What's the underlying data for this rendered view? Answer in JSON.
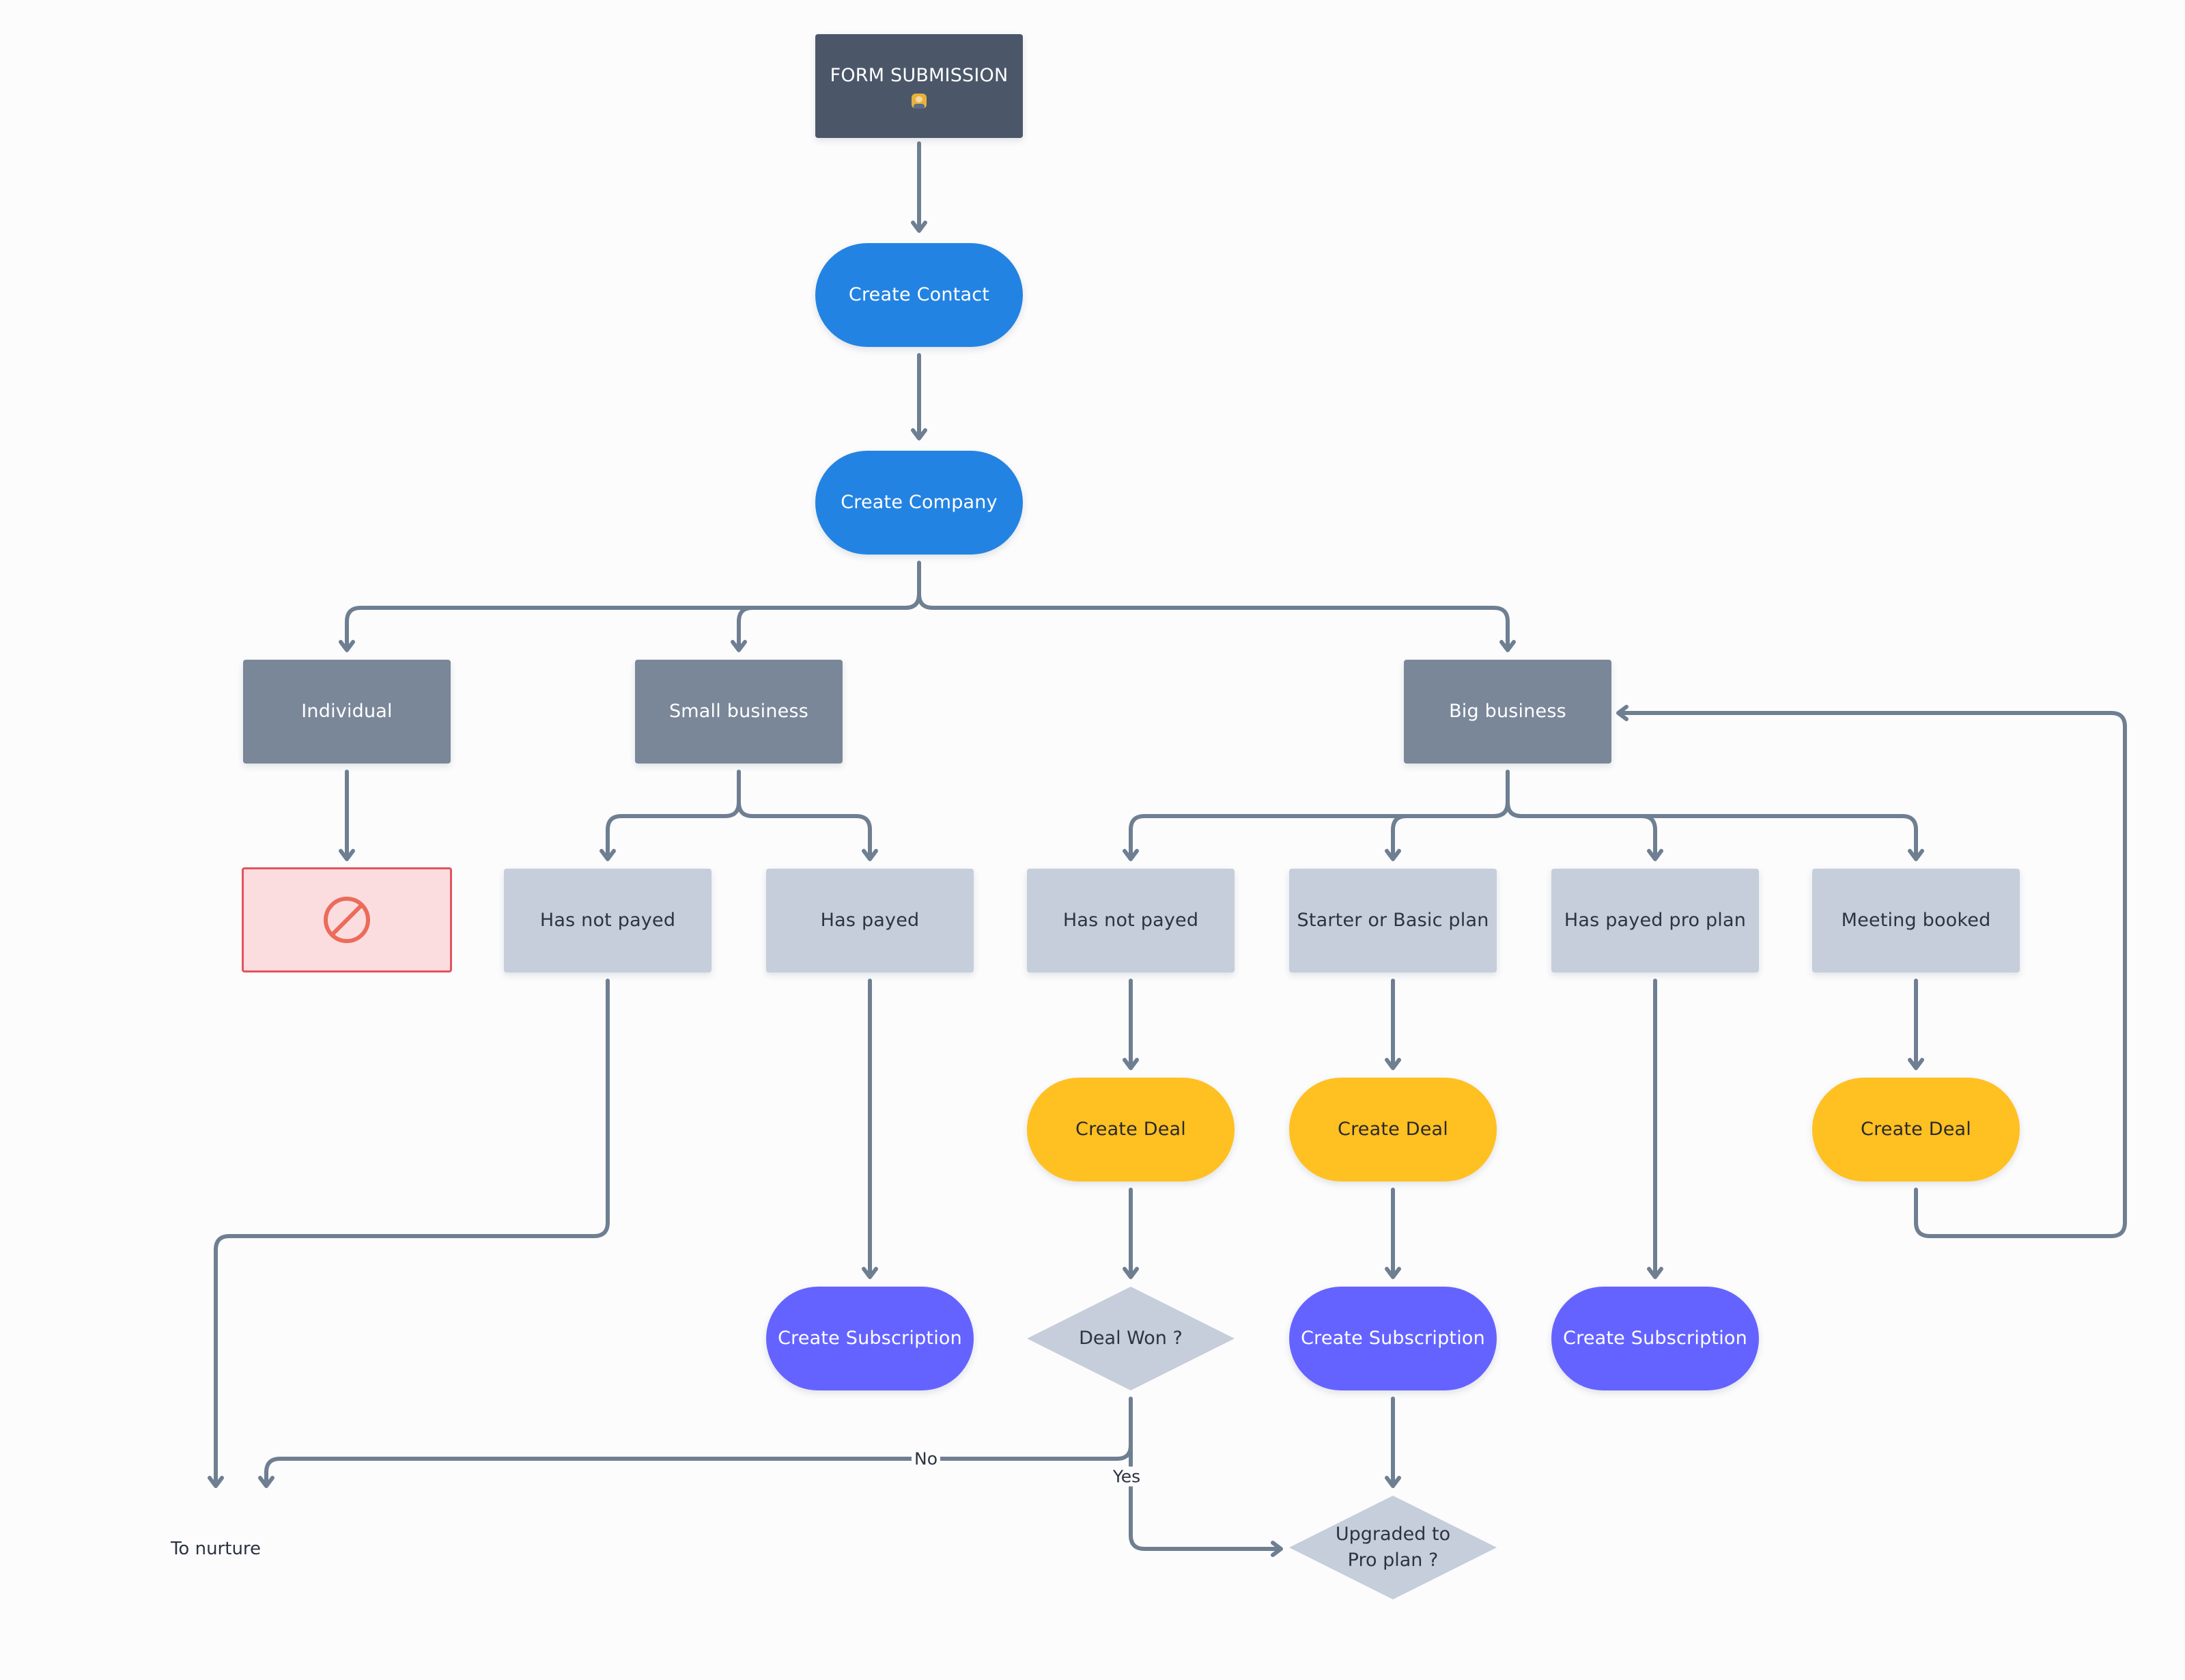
{
  "diagram": {
    "colors": {
      "edge": "#6f7f92",
      "trigger": "#4b5769",
      "category": "#7a8799",
      "condition": "#c6cedb",
      "crm_action": "#2383e2",
      "deal_action": "#ffc021",
      "subscription_action": "#6563ff",
      "blocked_fill": "#fbdde0",
      "blocked_border": "#e4525d",
      "blocked_icon": "#ec6b5a"
    },
    "trigger": {
      "label": "FORM SUBMISSION",
      "icon": "person-emoji-icon"
    },
    "create_contact": "Create Contact",
    "create_company": "Create Company",
    "categories": {
      "individual": "Individual",
      "small_business": "Small business",
      "big_business": "Big business"
    },
    "blocked_icon": "no-entry-icon",
    "small_business": {
      "not_paid": "Has not payed",
      "paid": "Has payed",
      "subscription": "Create Subscription"
    },
    "big_business": {
      "not_paid": "Has not payed",
      "starter_basic": "Starter or Basic plan",
      "pro_plan": "Has payed pro plan",
      "meeting": "Meeting booked",
      "deal_not_paid": "Create Deal",
      "deal_starter": "Create Deal",
      "deal_meeting": "Create Deal",
      "subscription_starter": "Create Subscription",
      "subscription_pro": "Create Subscription"
    },
    "decisions": {
      "deal_won": "Deal Won ?",
      "upgraded_line1": "Upgraded to",
      "upgraded_line2": "Pro plan ?"
    },
    "edge_labels": {
      "no": "No",
      "yes": "Yes"
    },
    "terminal": "To nurture"
  }
}
